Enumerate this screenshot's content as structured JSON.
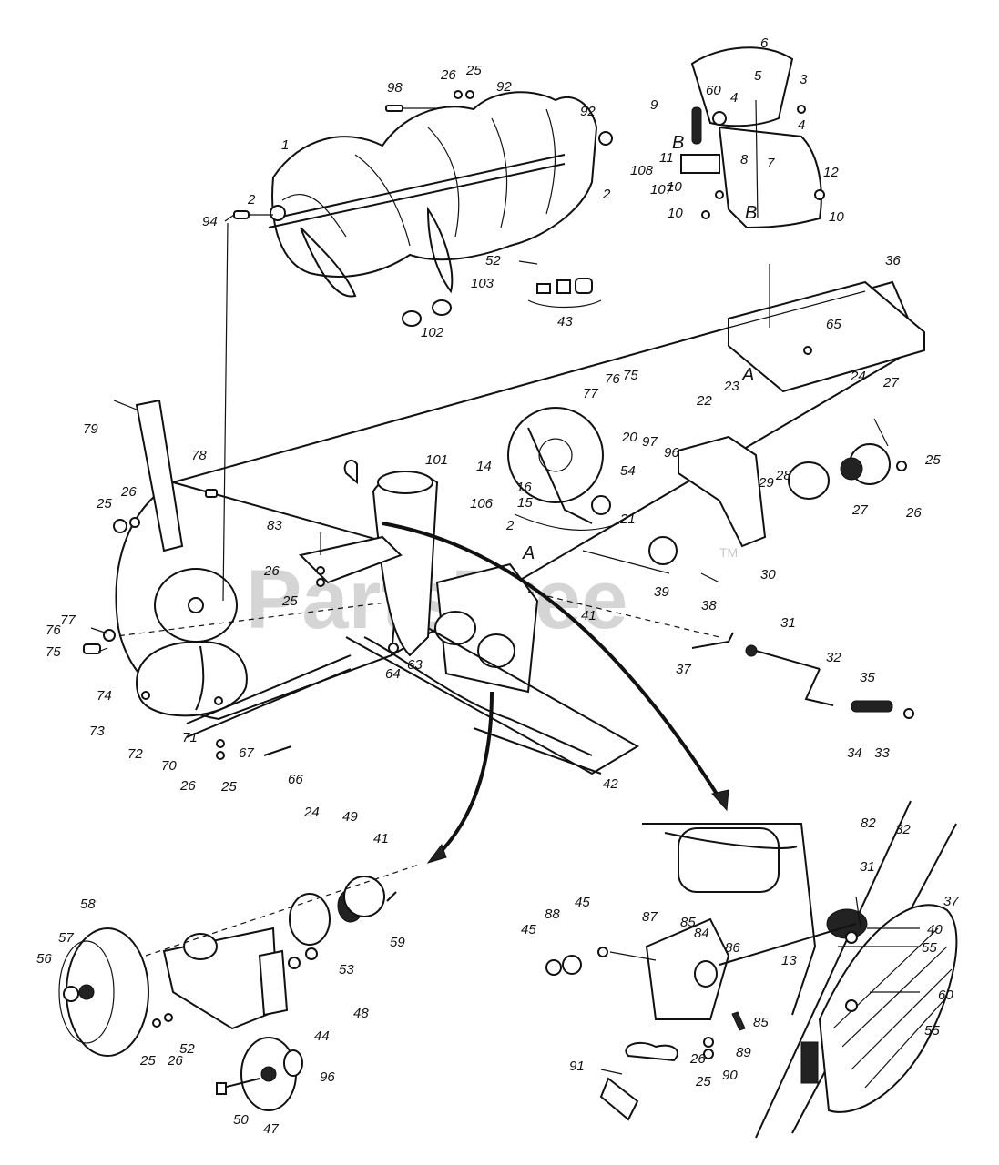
{
  "watermark": {
    "brand": "PartsTree",
    "trademark": "TM"
  },
  "section_marks": {
    "a": "A",
    "b": "B"
  },
  "labels": {
    "l1": "1",
    "l2": "2",
    "l3": "3",
    "l4": "4",
    "l5": "5",
    "l6": "6",
    "l7": "7",
    "l8": "8",
    "l9": "9",
    "l10": "10",
    "l11": "11",
    "l12": "12",
    "l13": "13",
    "l14": "14",
    "l15": "15",
    "l16": "16",
    "l20": "20",
    "l21": "21",
    "l22": "22",
    "l23": "23",
    "l24": "24",
    "l25": "25",
    "l26": "26",
    "l27": "27",
    "l28": "28",
    "l29": "29",
    "l30": "30",
    "l31": "31",
    "l32": "32",
    "l33": "33",
    "l34": "34",
    "l35": "35",
    "l36": "36",
    "l37": "37",
    "l38": "38",
    "l39": "39",
    "l40": "40",
    "l41": "41",
    "l42": "42",
    "l43": "43",
    "l44": "44",
    "l45": "45",
    "l47": "47",
    "l48": "48",
    "l49": "49",
    "l50": "50",
    "l52": "52",
    "l53": "53",
    "l54": "54",
    "l55": "55",
    "l56": "56",
    "l57": "57",
    "l58": "58",
    "l59": "59",
    "l60": "60",
    "l63": "63",
    "l64": "64",
    "l65": "65",
    "l66": "66",
    "l67": "67",
    "l70": "70",
    "l71": "71",
    "l72": "72",
    "l73": "73",
    "l74": "74",
    "l75": "75",
    "l76": "76",
    "l77": "77",
    "l78": "78",
    "l79": "79",
    "l82": "82",
    "l83": "83",
    "l84": "84",
    "l85": "85",
    "l86": "86",
    "l87": "87",
    "l88": "88",
    "l89": "89",
    "l90": "90",
    "l91": "91",
    "l92": "92",
    "l94": "94",
    "l96": "96",
    "l97": "97",
    "l98": "98",
    "l101": "101",
    "l102": "102",
    "l103": "103",
    "l106": "106",
    "l107": "107",
    "l108": "108"
  }
}
